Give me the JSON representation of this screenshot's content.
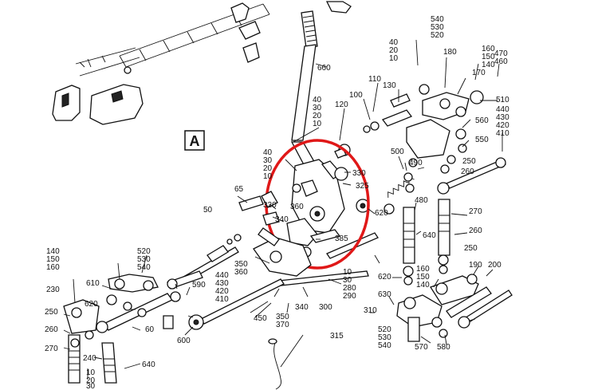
{
  "diagram": {
    "section_letter": "A",
    "highlight_color": "#e01818",
    "labels": [
      {
        "id": "p660",
        "text": "660"
      },
      {
        "id": "s540",
        "text": "540"
      },
      {
        "id": "s530",
        "text": "530"
      },
      {
        "id": "s520",
        "text": "520"
      },
      {
        "id": "c40a",
        "text": "40"
      },
      {
        "id": "c20a",
        "text": "20"
      },
      {
        "id": "c10a",
        "text": "10"
      },
      {
        "id": "p180",
        "text": "180"
      },
      {
        "id": "s160a",
        "text": "160"
      },
      {
        "id": "s150a",
        "text": "150"
      },
      {
        "id": "s140a",
        "text": "140"
      },
      {
        "id": "s470",
        "text": "470"
      },
      {
        "id": "s460",
        "text": "460"
      },
      {
        "id": "p110",
        "text": "110"
      },
      {
        "id": "p130",
        "text": "130"
      },
      {
        "id": "p170",
        "text": "170"
      },
      {
        "id": "p510",
        "text": "510"
      },
      {
        "id": "m40",
        "text": "40"
      },
      {
        "id": "m30",
        "text": "30"
      },
      {
        "id": "m20",
        "text": "20"
      },
      {
        "id": "m10",
        "text": "10"
      },
      {
        "id": "p120",
        "text": "120"
      },
      {
        "id": "p100",
        "text": "100"
      },
      {
        "id": "r440",
        "text": "440"
      },
      {
        "id": "r430",
        "text": "430"
      },
      {
        "id": "r420",
        "text": "420"
      },
      {
        "id": "r410",
        "text": "410"
      },
      {
        "id": "p560",
        "text": "560"
      },
      {
        "id": "p550",
        "text": "550"
      },
      {
        "id": "p500",
        "text": "500"
      },
      {
        "id": "l40",
        "text": "40"
      },
      {
        "id": "l30",
        "text": "30"
      },
      {
        "id": "l20",
        "text": "20"
      },
      {
        "id": "l10",
        "text": "10"
      },
      {
        "id": "p330",
        "text": "330"
      },
      {
        "id": "p325",
        "text": "325"
      },
      {
        "id": "p490",
        "text": "490"
      },
      {
        "id": "p250a",
        "text": "250"
      },
      {
        "id": "p260a",
        "text": "260"
      },
      {
        "id": "p65",
        "text": "65"
      },
      {
        "id": "p360",
        "text": "360"
      },
      {
        "id": "p320",
        "text": "320"
      },
      {
        "id": "p620a",
        "text": "620"
      },
      {
        "id": "p480",
        "text": "480"
      },
      {
        "id": "p50",
        "text": "50"
      },
      {
        "id": "p340a",
        "text": "340"
      },
      {
        "id": "p270a",
        "text": "270"
      },
      {
        "id": "p640a",
        "text": "640"
      },
      {
        "id": "p385",
        "text": "385"
      },
      {
        "id": "p260b",
        "text": "260"
      },
      {
        "id": "q140",
        "text": "140"
      },
      {
        "id": "q150",
        "text": "150"
      },
      {
        "id": "q160",
        "text": "160"
      },
      {
        "id": "q520",
        "text": "520"
      },
      {
        "id": "q530",
        "text": "530"
      },
      {
        "id": "q540",
        "text": "540"
      },
      {
        "id": "p250b",
        "text": "250"
      },
      {
        "id": "p350a",
        "text": "350"
      },
      {
        "id": "p360b",
        "text": "360"
      },
      {
        "id": "u160",
        "text": "160"
      },
      {
        "id": "u150",
        "text": "150"
      },
      {
        "id": "u140",
        "text": "140"
      },
      {
        "id": "p190",
        "text": "190"
      },
      {
        "id": "p200",
        "text": "200"
      },
      {
        "id": "p610",
        "text": "610"
      },
      {
        "id": "v440",
        "text": "440"
      },
      {
        "id": "v430",
        "text": "430"
      },
      {
        "id": "v420",
        "text": "420"
      },
      {
        "id": "v410",
        "text": "410"
      },
      {
        "id": "w10",
        "text": "10"
      },
      {
        "id": "w30",
        "text": "30"
      },
      {
        "id": "w280",
        "text": "280"
      },
      {
        "id": "w290",
        "text": "290"
      },
      {
        "id": "p620b",
        "text": "620"
      },
      {
        "id": "p230",
        "text": "230"
      },
      {
        "id": "p620c",
        "text": "620"
      },
      {
        "id": "p590",
        "text": "590"
      },
      {
        "id": "p340b",
        "text": "340"
      },
      {
        "id": "p300",
        "text": "300"
      },
      {
        "id": "p630",
        "text": "630"
      },
      {
        "id": "p250c",
        "text": "250"
      },
      {
        "id": "p310",
        "text": "310"
      },
      {
        "id": "p260c",
        "text": "260"
      },
      {
        "id": "p60",
        "text": "60"
      },
      {
        "id": "p450",
        "text": "450"
      },
      {
        "id": "p350b",
        "text": "350"
      },
      {
        "id": "p370",
        "text": "370"
      },
      {
        "id": "y520",
        "text": "520"
      },
      {
        "id": "y530",
        "text": "530"
      },
      {
        "id": "y540",
        "text": "540"
      },
      {
        "id": "p270b",
        "text": "270"
      },
      {
        "id": "p600",
        "text": "600"
      },
      {
        "id": "p315",
        "text": "315"
      },
      {
        "id": "p570",
        "text": "570"
      },
      {
        "id": "p580",
        "text": "580"
      },
      {
        "id": "p240",
        "text": "240"
      },
      {
        "id": "p640b",
        "text": "640"
      },
      {
        "id": "z10",
        "text": "10"
      },
      {
        "id": "z20",
        "text": "20"
      },
      {
        "id": "z30",
        "text": "30"
      }
    ]
  }
}
